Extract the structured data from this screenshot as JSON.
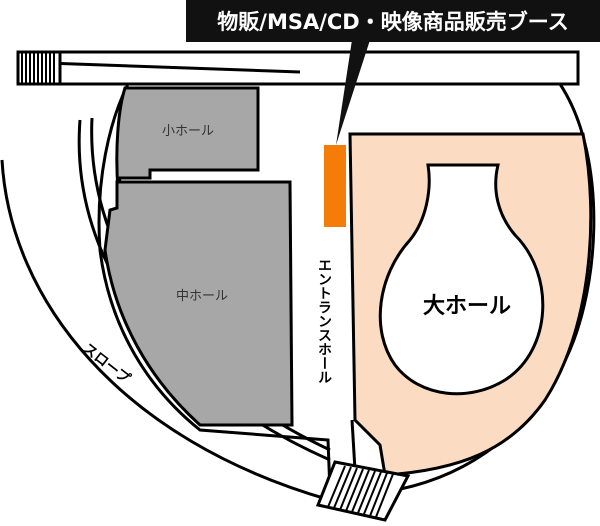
{
  "callout": {
    "label": "物販/MSA/CD・映像商品販売ブース",
    "background": "#111111",
    "text_color": "#ffffff"
  },
  "halls": {
    "small": "小ホール",
    "medium": "中ホール",
    "large": "大ホール"
  },
  "entrance_hall": "エントランスホール",
  "slope": "スロープ",
  "colors": {
    "gray_hall": "#a7a7a7",
    "large_hall": "#fbdcc3",
    "booth": "#f47c08",
    "outline": "#000000"
  }
}
